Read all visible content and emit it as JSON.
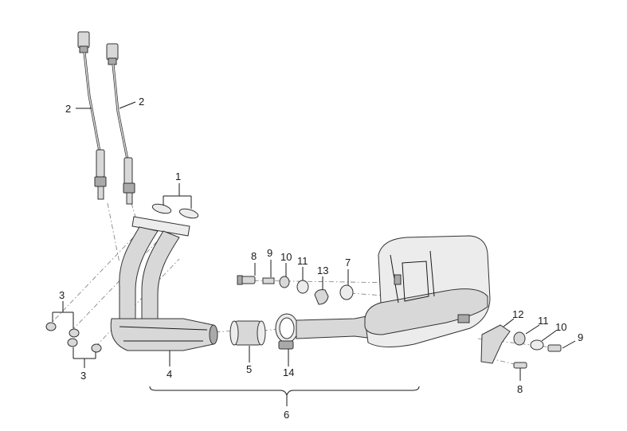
{
  "callouts": {
    "c1": "1",
    "c2a": "2",
    "c2b": "2",
    "c3a": "3",
    "c3b": "3",
    "c4": "4",
    "c5": "5",
    "c6": "6",
    "c7": "7",
    "c8a": "8",
    "c8b": "8",
    "c9a": "9",
    "c9b": "9",
    "c10a": "10",
    "c10b": "10",
    "c11a": "11",
    "c11b": "11",
    "c12": "12",
    "c13": "13",
    "c14": "14"
  },
  "colors": {
    "line": "#1a1a1a",
    "part_fill": "#d8d8d8",
    "part_dark": "#a9a9a9",
    "background": "#ffffff"
  }
}
